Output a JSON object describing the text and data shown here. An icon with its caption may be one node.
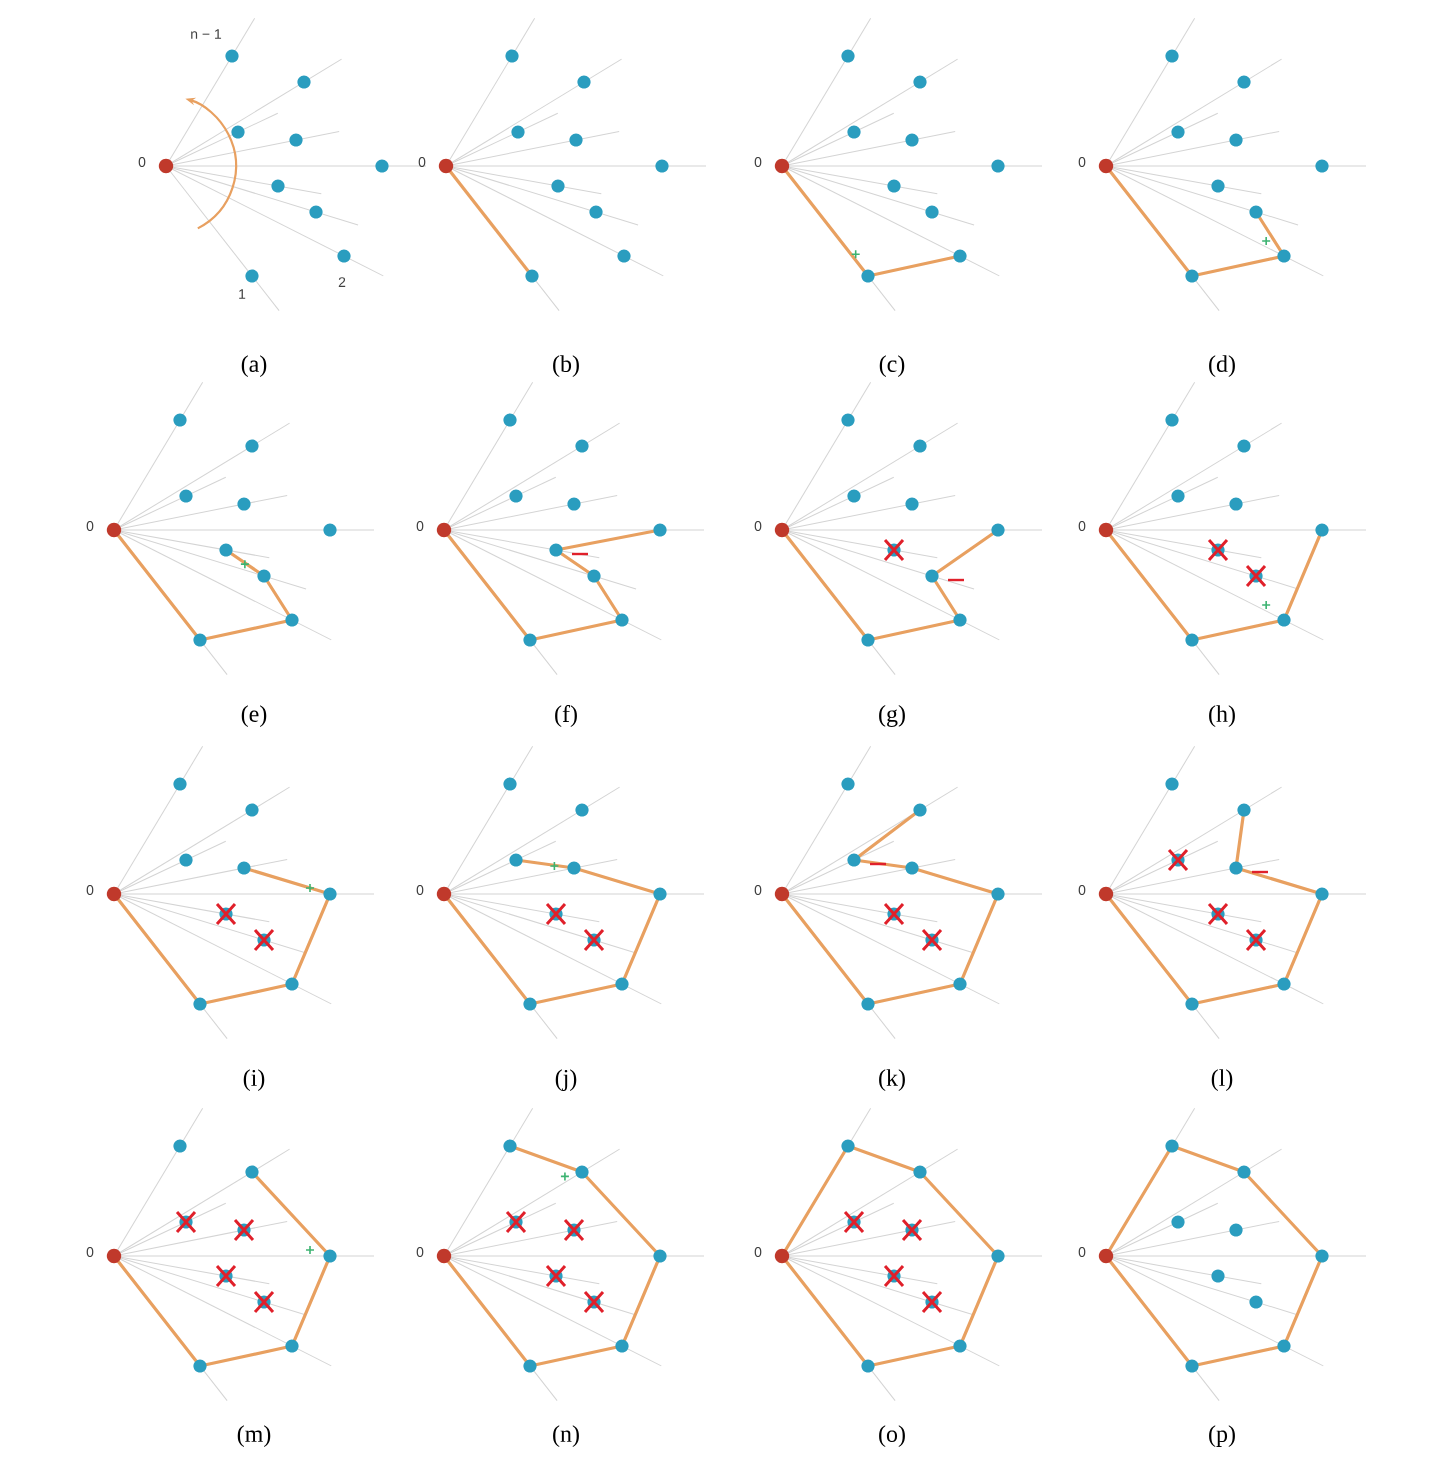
{
  "diagram": {
    "labels": [
      "n − 1",
      "0",
      "0",
      "0",
      "0",
      "1",
      "2",
      "(a)",
      "(b)",
      "(c)",
      "(d)",
      "0",
      "0",
      "0",
      "0",
      "(e)",
      "(f)",
      "(g)",
      "(h)",
      "0",
      "0",
      "0",
      "0",
      "(i)",
      "(j)",
      "(k)",
      "(l)",
      "0",
      "0",
      "0",
      "0",
      "(m)",
      "(n)",
      "(o)",
      "(p)"
    ]
  }
}
